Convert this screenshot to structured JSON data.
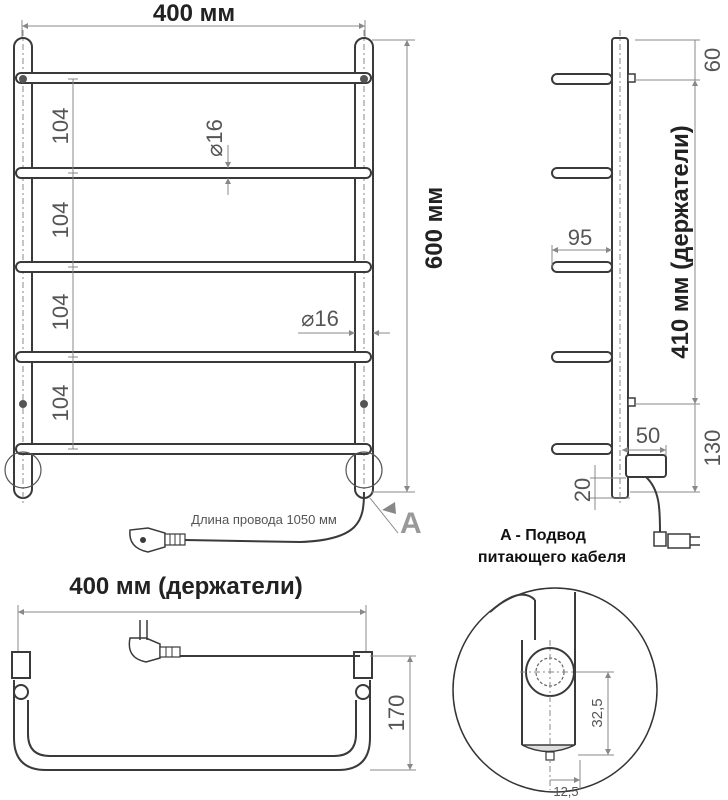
{
  "front": {
    "width_label": "400 мм",
    "height_label": "600 мм",
    "spacing_labels": [
      "104",
      "104",
      "104",
      "104"
    ],
    "diameter_label_1": "⌀16",
    "diameter_label_2": "⌀16",
    "cable_label": "Длина провода 1050 мм",
    "view_marker": "A"
  },
  "side": {
    "top_offset_label": "60",
    "holders_span_label": "410 мм (держатели)",
    "depth_label": "95",
    "box_width_label": "50",
    "bottom_offset_label": "130",
    "box_height_label": "20"
  },
  "detail_caption": {
    "line1": "A - Подвод",
    "line2": "питающего кабеля"
  },
  "top_view": {
    "width_label": "400 мм (держатели)",
    "depth_label": "170"
  },
  "detail": {
    "height_label": "32,5",
    "width_label": "12,5"
  }
}
